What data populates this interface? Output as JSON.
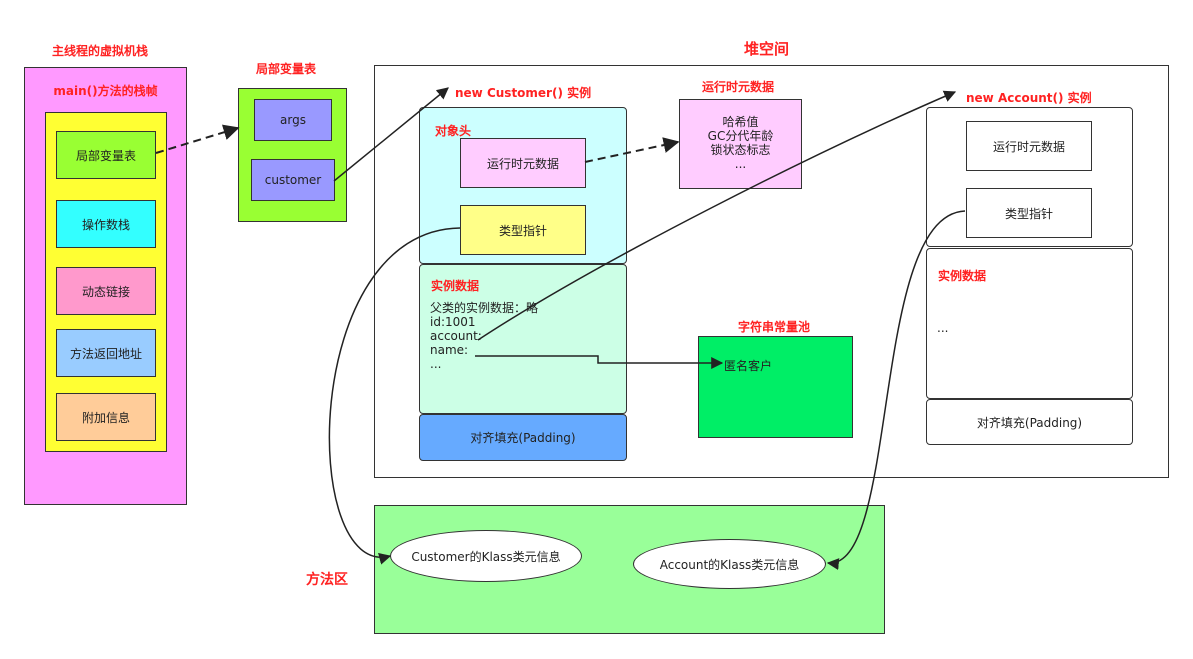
{
  "stack": {
    "title": "主线程的虚拟机栈",
    "frame_title": "main()方法的栈帧",
    "items": [
      "局部变量表",
      "操作数栈",
      "动态链接",
      "方法返回地址",
      "附加信息"
    ]
  },
  "locals": {
    "title": "局部变量表",
    "slots": [
      "args",
      "customer"
    ]
  },
  "heap": {
    "title": "堆空间",
    "customer": {
      "title": "new Customer() 实例",
      "header_label": "对象头",
      "metadata_label": "运行时元数据",
      "type_pointer_label": "类型指针",
      "instance_data_label": "实例数据",
      "fields": [
        "父类的实例数据：略",
        "id:1001",
        "account:",
        "name:",
        "..."
      ],
      "padding_label": "对齐填充(Padding)"
    },
    "runtime_metadata": {
      "title": "运行时元数据",
      "lines": [
        "哈希值",
        "GC分代年龄",
        "锁状态标志",
        "..."
      ]
    },
    "string_pool": {
      "title": "字符串常量池",
      "value": "匿名客户"
    },
    "account": {
      "title": "new Account() 实例",
      "metadata_label": "运行时元数据",
      "type_pointer_label": "类型指针",
      "instance_data_label": "实例数据",
      "instance_data_content": "...",
      "padding_label": "对齐填充(Padding)"
    }
  },
  "method_area": {
    "title": "方法区",
    "customer_klass": "Customer的Klass类元信息",
    "account_klass": "Account的Klass类元信息"
  },
  "colors": {
    "stack_bg": "#ff99ff",
    "frame_bg": "#ffff33",
    "locals_bg": "#99ff33",
    "slot_bg": "#9999ff",
    "header_bg": "#ccffff",
    "instance_bg": "#ccffe6",
    "padding_bg": "#66aaff",
    "metadata_bg": "#ffccff",
    "type_ptr_bg": "#ffff88",
    "pool_bg": "#00ee66",
    "method_area_bg": "#99ff99",
    "title_red": "#ff2222"
  }
}
